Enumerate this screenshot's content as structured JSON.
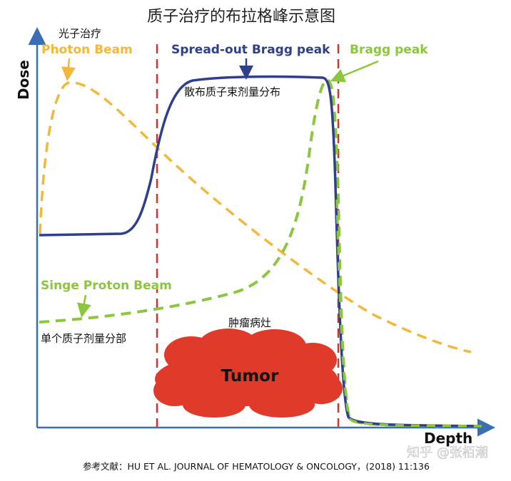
{
  "title": "质子治疗的布拉格峰示意图",
  "axes": {
    "y_label": "Dose",
    "x_label": "Depth"
  },
  "labels": {
    "photon_cn": "光子治疗",
    "photon_en": "Photon Beam",
    "sobp_en": "Spread-out Bragg peak",
    "sobp_cn": "散布质子束剂量分布",
    "bragg_en": "Bragg peak",
    "single_en": "Singe Proton Beam",
    "single_cn": "单个质子剂量分部",
    "tumor_cn": "肿瘤病灶",
    "tumor_en": "Tumor"
  },
  "reference": "参考文献：HU ET AL. JOURNAL OF HEMATOLOGY & ONCOLOGY，(2018) 11:136",
  "watermark": "知乎 @张栢潮",
  "colors": {
    "photon": "#f2b83c",
    "sobp": "#2e3f8c",
    "single_proton": "#8cc63f",
    "boundary": "#d2352b",
    "axis": "#3a6fb5",
    "tumor": "#e03a2b"
  }
}
